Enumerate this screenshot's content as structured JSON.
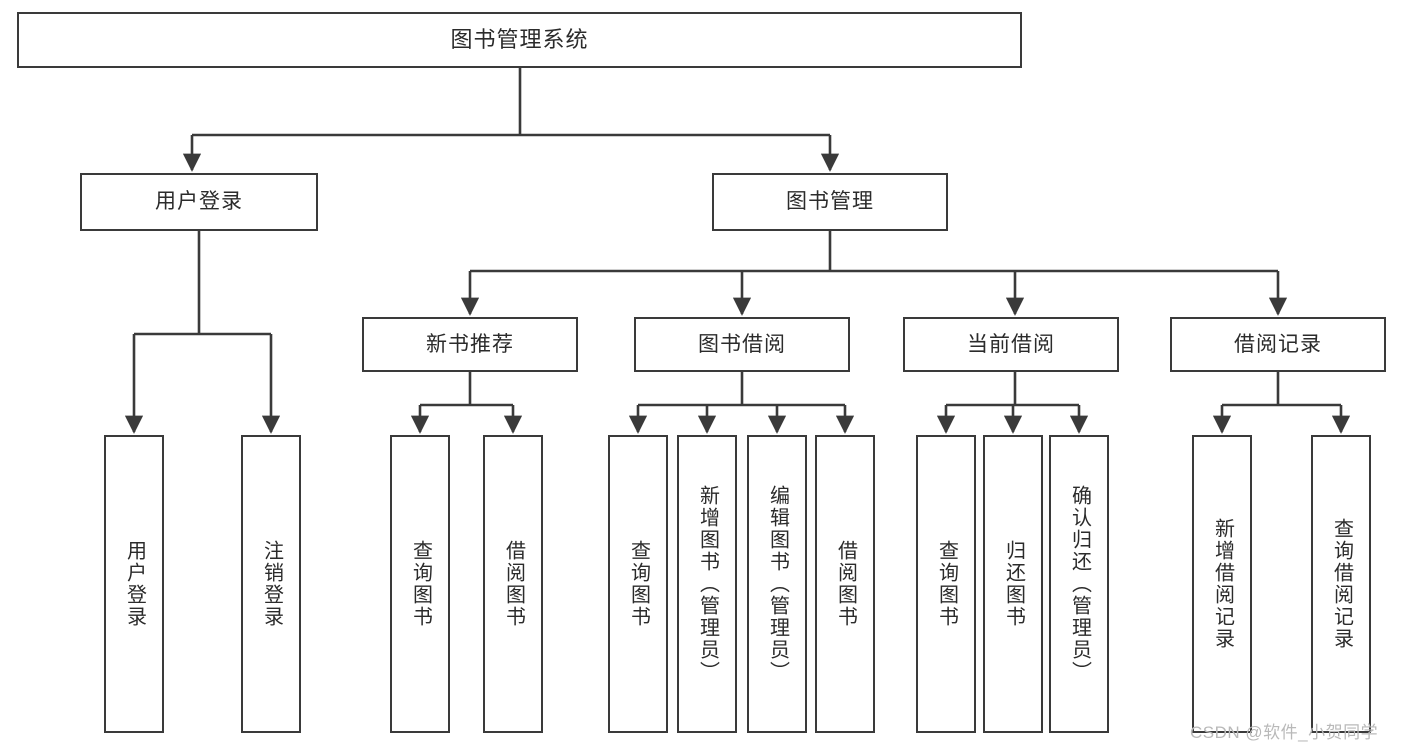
{
  "diagram": {
    "title": "图书管理系统",
    "type": "tree",
    "orientation": "top-down",
    "colors": {
      "background": "#ffffff",
      "box_border": "#3a3a3a",
      "box_fill": "#ffffff",
      "edge": "#3a3a3a",
      "text": "#2b2b2b",
      "watermark": "#b9b9b9"
    }
  },
  "nodes": {
    "root": {
      "label": "图书管理系统",
      "level": 1
    },
    "level2": [
      {
        "id": "user-login",
        "label": "用户登录",
        "level": 2
      },
      {
        "id": "book-management",
        "label": "图书管理",
        "level": 2
      }
    ],
    "level3": [
      {
        "id": "new-book-recommend",
        "label": "新书推荐",
        "level": 3,
        "parent": "book-management"
      },
      {
        "id": "book-borrow",
        "label": "图书借阅",
        "level": 3,
        "parent": "book-management"
      },
      {
        "id": "current-borrow",
        "label": "当前借阅",
        "level": 3,
        "parent": "book-management"
      },
      {
        "id": "borrow-record",
        "label": "借阅记录",
        "level": 3,
        "parent": "book-management"
      }
    ],
    "leaves": [
      {
        "id": "leaf-user-login",
        "label": "用户登录",
        "parent": "user-login"
      },
      {
        "id": "leaf-logout-login",
        "label": "注销登录",
        "parent": "user-login"
      },
      {
        "id": "leaf-query-book-1",
        "label": "查询图书",
        "parent": "new-book-recommend"
      },
      {
        "id": "leaf-borrow-book-1",
        "label": "借阅图书",
        "parent": "new-book-recommend"
      },
      {
        "id": "leaf-query-book-2",
        "label": "查询图书",
        "parent": "book-borrow"
      },
      {
        "id": "leaf-add-book",
        "label": "新增图书（管理员）",
        "parent": "book-borrow"
      },
      {
        "id": "leaf-edit-book",
        "label": "编辑图书（管理员）",
        "parent": "book-borrow"
      },
      {
        "id": "leaf-borrow-book-2",
        "label": "借阅图书",
        "parent": "book-borrow"
      },
      {
        "id": "leaf-query-book-3",
        "label": "查询图书",
        "parent": "current-borrow"
      },
      {
        "id": "leaf-return-book",
        "label": "归还图书",
        "parent": "current-borrow"
      },
      {
        "id": "leaf-confirm-return",
        "label": "确认归还（管理员）",
        "parent": "current-borrow"
      },
      {
        "id": "leaf-add-record",
        "label": "新增借阅记录",
        "parent": "borrow-record"
      },
      {
        "id": "leaf-query-record",
        "label": "查询借阅记录",
        "parent": "borrow-record"
      }
    ]
  },
  "watermark": {
    "text": "CSDN @软件_小贺同学"
  }
}
